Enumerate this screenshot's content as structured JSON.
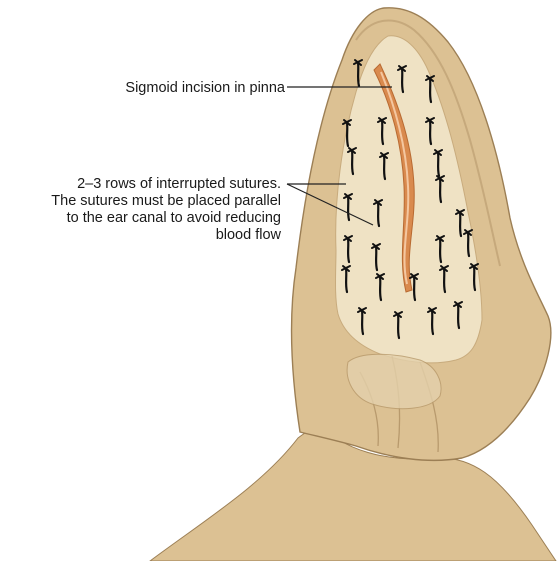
{
  "labels": {
    "incision": "Sigmoid incision in pinna",
    "sutures": [
      "2–3 rows of interrupted sutures.",
      "The sutures must be placed parallel",
      "to the ear canal to avoid reducing",
      "blood flow"
    ]
  },
  "colors": {
    "skin": "#dcc193",
    "skin_edge": "#9c7f55",
    "inner_pinna": "#efe2c4",
    "incision_outer": "#d98a4e",
    "incision_inner": "#f4c7a0",
    "suture": "#111111",
    "leader_line": "#222222"
  }
}
